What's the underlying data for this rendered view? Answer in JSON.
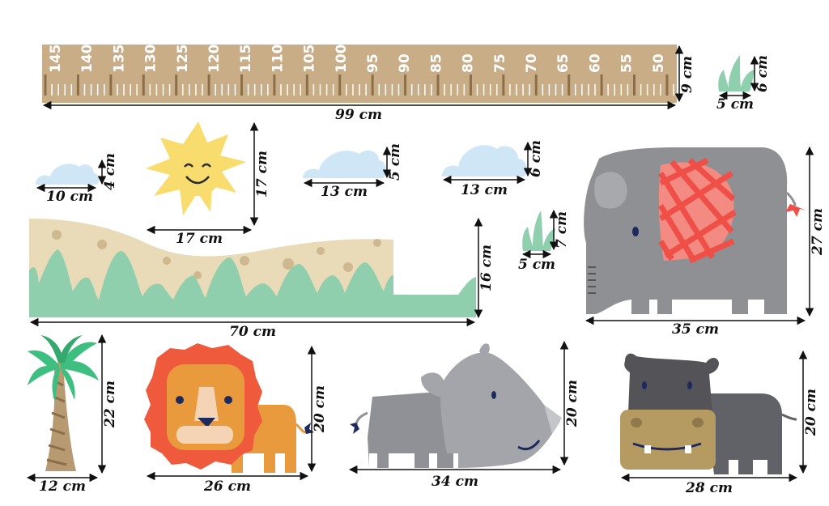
{
  "colors": {
    "ruler": "#c9ad86",
    "ruler_tick": "#8a6f4a",
    "grass": "#8fcfad",
    "sand": "#e9dbb7",
    "sand_dot": "#cdb88f",
    "sun": "#f8dc6e",
    "cloud": "#cfe6f6",
    "elephant": "#8f9094",
    "elephant_blanket": "#ef4f47",
    "lion_mane": "#ef5a3c",
    "lion_body": "#e99a3c",
    "rhino": "#a3a5aa",
    "hippo": "#616168",
    "hippo_snout": "#b59a62",
    "palm_leaf": "#3fbf7f",
    "palm_trunk": "#b79a72"
  },
  "ruler": {
    "numbers": [
      "145",
      "140",
      "135",
      "130",
      "125",
      "120",
      "115",
      "110",
      "105",
      "100",
      "95",
      "90",
      "85",
      "80",
      "75",
      "70",
      "65",
      "60",
      "55",
      "50"
    ],
    "width_label": "99 cm",
    "height_label": "9 cm"
  },
  "items": {
    "small_grass_top": {
      "width_label": "5 cm",
      "height_label": "6 cm",
      "icon": "grass-icon"
    },
    "cloud_small": {
      "width_label": "10 cm",
      "height_label": "4 cm",
      "icon": "cloud-icon"
    },
    "sun": {
      "width_label": "17 cm",
      "height_label": "17 cm",
      "icon": "sun-icon"
    },
    "cloud_middle": {
      "width_label": "13 cm",
      "height_label": "5 cm",
      "icon": "cloud-icon"
    },
    "cloud_right": {
      "width_label": "13 cm",
      "height_label": "6 cm",
      "icon": "cloud-icon"
    },
    "grass_mid": {
      "width_label": "5 cm",
      "height_label": "7 cm",
      "icon": "grass-icon"
    },
    "elephant": {
      "width_label": "35 cm",
      "height_label": "27 cm",
      "icon": "elephant-icon"
    },
    "landscape": {
      "width_label": "70 cm",
      "height_label": "16 cm",
      "icon": "landscape-icon"
    },
    "palm": {
      "width_label": "12 cm",
      "height_label": "22 cm",
      "icon": "palm-tree-icon"
    },
    "lion": {
      "width_label": "26 cm",
      "height_label": "20 cm",
      "icon": "lion-icon"
    },
    "rhino": {
      "width_label": "34 cm",
      "height_label": "20 cm",
      "icon": "rhino-icon"
    },
    "hippo": {
      "width_label": "28 cm",
      "height_label": "20 cm",
      "icon": "hippo-icon"
    }
  }
}
